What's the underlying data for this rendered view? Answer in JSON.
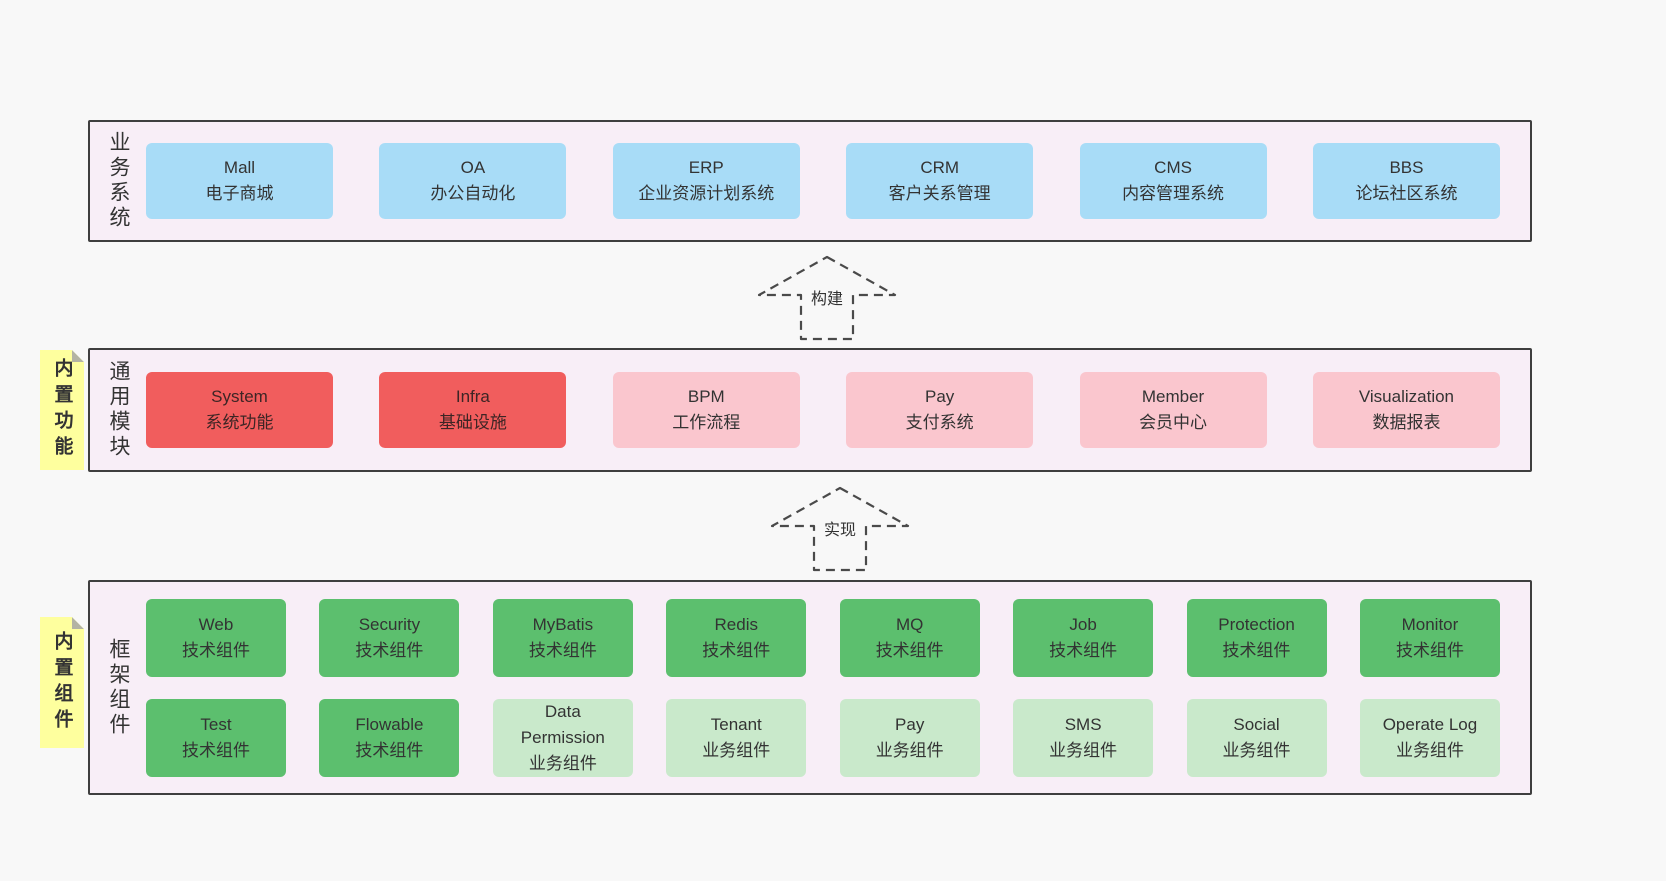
{
  "colors": {
    "page_bg": "#f8f8f8",
    "band_bg": "#f8eef7",
    "band_border": "#3f3f3f",
    "blue": "#a8dcf7",
    "red": "#f15d5d",
    "pink": "#fac6ce",
    "green_dark": "#5cbf6e",
    "green_light": "#c9e9cb",
    "note_yellow": "#feff9e"
  },
  "arrows": [
    {
      "label": "构建"
    },
    {
      "label": "实现"
    }
  ],
  "bands": [
    {
      "label": "业务系统",
      "boxes": [
        {
          "title": "Mall",
          "subtitle": "电子商城"
        },
        {
          "title": "OA",
          "subtitle": "办公自动化"
        },
        {
          "title": "ERP",
          "subtitle": "企业资源计划系统"
        },
        {
          "title": "CRM",
          "subtitle": "客户关系管理"
        },
        {
          "title": "CMS",
          "subtitle": "内容管理系统"
        },
        {
          "title": "BBS",
          "subtitle": "论坛社区系统"
        }
      ]
    },
    {
      "label": "通用模块",
      "note": "内置功能",
      "boxes": [
        {
          "title": "System",
          "subtitle": "系统功能"
        },
        {
          "title": "Infra",
          "subtitle": "基础设施"
        },
        {
          "title": "BPM",
          "subtitle": "工作流程"
        },
        {
          "title": "Pay",
          "subtitle": "支付系统"
        },
        {
          "title": "Member",
          "subtitle": "会员中心"
        },
        {
          "title": "Visualization",
          "subtitle": "数据报表"
        }
      ]
    },
    {
      "label": "框架组件",
      "note": "内置组件",
      "rows": [
        [
          {
            "title": "Web",
            "subtitle": "技术组件"
          },
          {
            "title": "Security",
            "subtitle": "技术组件"
          },
          {
            "title": "MyBatis",
            "subtitle": "技术组件"
          },
          {
            "title": "Redis",
            "subtitle": "技术组件"
          },
          {
            "title": "MQ",
            "subtitle": "技术组件"
          },
          {
            "title": "Job",
            "subtitle": "技术组件"
          },
          {
            "title": "Protection",
            "subtitle": "技术组件"
          },
          {
            "title": "Monitor",
            "subtitle": "技术组件"
          }
        ],
        [
          {
            "title": "Test",
            "subtitle": "技术组件"
          },
          {
            "title": "Flowable",
            "subtitle": "技术组件"
          },
          {
            "title": "Data Permission",
            "subtitle": "业务组件"
          },
          {
            "title": "Tenant",
            "subtitle": "业务组件"
          },
          {
            "title": "Pay",
            "subtitle": "业务组件"
          },
          {
            "title": "SMS",
            "subtitle": "业务组件"
          },
          {
            "title": "Social",
            "subtitle": "业务组件"
          },
          {
            "title": "Operate Log",
            "subtitle": "业务组件"
          }
        ]
      ]
    }
  ]
}
